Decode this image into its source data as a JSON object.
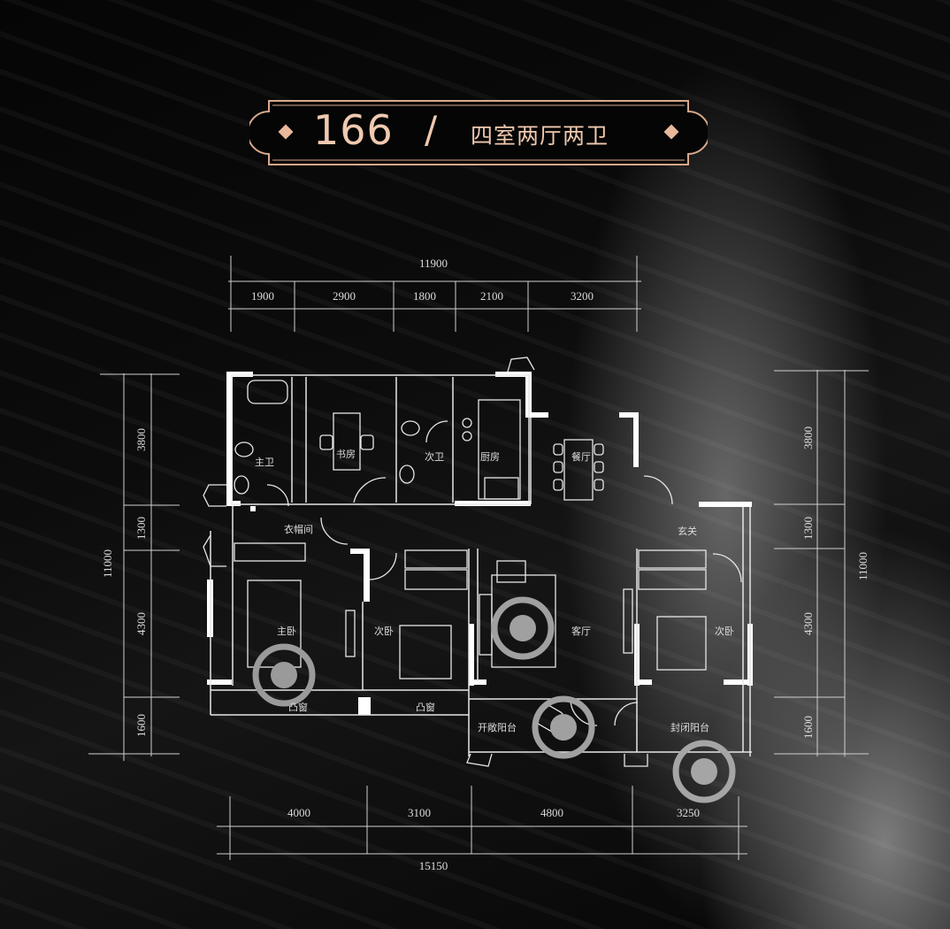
{
  "title": {
    "area": "166",
    "separator": "/",
    "layout": "四室两厅两卫",
    "accent_color": "#e8b89a"
  },
  "dimensions": {
    "top": {
      "total": "11900",
      "segments": [
        "1900",
        "2900",
        "1800",
        "2100",
        "3200"
      ]
    },
    "bottom": {
      "total": "15150",
      "segments": [
        "4000",
        "3100",
        "4800",
        "3250"
      ]
    },
    "left": {
      "total": "11000",
      "segments": [
        "3800",
        "1300",
        "4300",
        "1600"
      ]
    },
    "right": {
      "total": "11000",
      "segments": [
        "3800",
        "1300",
        "4300",
        "1600"
      ]
    }
  },
  "rooms": {
    "master_bath": "主卫",
    "study": "书房",
    "second_bath": "次卫",
    "kitchen": "厨房",
    "dining": "餐厅",
    "cloakroom": "衣帽间",
    "entrance": "玄关",
    "master_bedroom": "主卧",
    "second_bedroom_left": "次卧",
    "living_room": "客厅",
    "second_bedroom_right": "次卧",
    "balcony_left": "凸窗",
    "balcony_mid": "凸窗",
    "open_balcony": "开敞阳台",
    "closed_balcony": "封闭阳台"
  },
  "colors": {
    "wall": "#ffffff",
    "line": "#e0e0e0",
    "marker": "#9a9a9a",
    "background": "#000000"
  }
}
